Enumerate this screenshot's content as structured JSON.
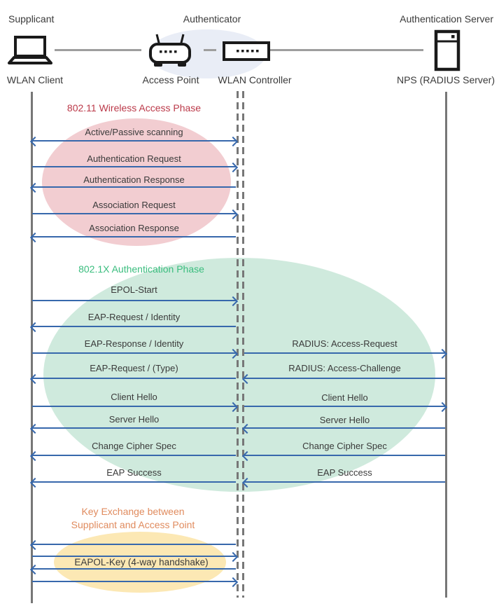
{
  "header": {
    "roles": {
      "supplicant": "Supplicant",
      "authenticator": "Authenticator",
      "auth_server": "Authentication Server"
    },
    "devices": {
      "wlan_client": "WLAN Client",
      "access_point": "Access Point",
      "wlan_controller": "WLAN Controller",
      "nps": "NPS (RADIUS Server)"
    }
  },
  "phases": {
    "p80211": {
      "title": "802.11 Wireless Access Phase",
      "title_color": "#bb3949",
      "ellipse_fill": "#f2cdd1"
    },
    "p8021x": {
      "title": "802.1X Authentication Phase",
      "title_color": "#3abd7e",
      "ellipse_fill": "#cfeadd"
    },
    "key_exchange": {
      "title_line1": "Key Exchange between",
      "title_line2": "Supplicant and Access Point",
      "title_color": "#e08b5e",
      "ellipse_fill": "#fce8b4"
    }
  },
  "messages": {
    "left": [
      {
        "label": "Active/Passive scanning",
        "dir": "both"
      },
      {
        "label": "Authentication Request",
        "dir": "right"
      },
      {
        "label": "Authentication Response",
        "dir": "left"
      },
      {
        "label": "Association Request",
        "dir": "right"
      },
      {
        "label": "Association Response",
        "dir": "left"
      },
      {
        "label": "EPOL-Start",
        "dir": "right"
      },
      {
        "label": "EAP-Request / Identity",
        "dir": "left"
      },
      {
        "label": "EAP-Response / Identity",
        "dir": "right"
      },
      {
        "label": "EAP-Request / (Type)",
        "dir": "left"
      },
      {
        "label": "Client Hello",
        "dir": "right"
      },
      {
        "label": "Server Hello",
        "dir": "left"
      },
      {
        "label": "Change Cipher Spec",
        "dir": "left"
      },
      {
        "label": "EAP Success",
        "dir": "left"
      }
    ],
    "right": [
      {
        "label": "RADIUS: Access-Request",
        "dir": "right"
      },
      {
        "label": "RADIUS: Access-Challenge",
        "dir": "left"
      },
      {
        "label": "Client Hello",
        "dir": "right"
      },
      {
        "label": "Server Hello",
        "dir": "left"
      },
      {
        "label": "Change Cipher Spec",
        "dir": "left"
      },
      {
        "label": "EAP Success",
        "dir": "left"
      }
    ],
    "key_exchange": {
      "label": "EAPOL-Key (4-way handshake)",
      "arrow_dirs": [
        "left",
        "right",
        "left",
        "right"
      ]
    }
  },
  "colors": {
    "arrow_blue": "#3768ac",
    "lifeline_gray": "#777777",
    "connector_gray": "#9e9e9e",
    "authenticator_ellipse": "#e9edf6",
    "text": "#3a3a3a"
  }
}
